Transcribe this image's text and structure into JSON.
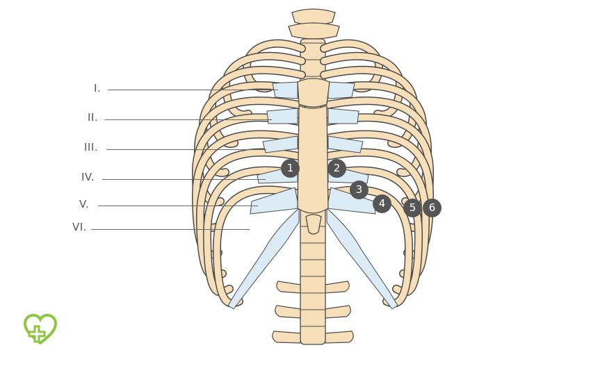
{
  "colors": {
    "bone": "#f7dfba",
    "bone_stroke": "#4a4a4a",
    "cartilage": "#dcecf7",
    "leader": "#666666",
    "badge": "#555555",
    "logo": "#8cc63f"
  },
  "rib_labels": [
    "I.",
    "II.",
    "III.",
    "IV.",
    "V.",
    "VI."
  ],
  "markers": [
    "1",
    "2",
    "3",
    "4",
    "5",
    "6"
  ],
  "logo": {
    "icon": "heart-cross-icon"
  }
}
